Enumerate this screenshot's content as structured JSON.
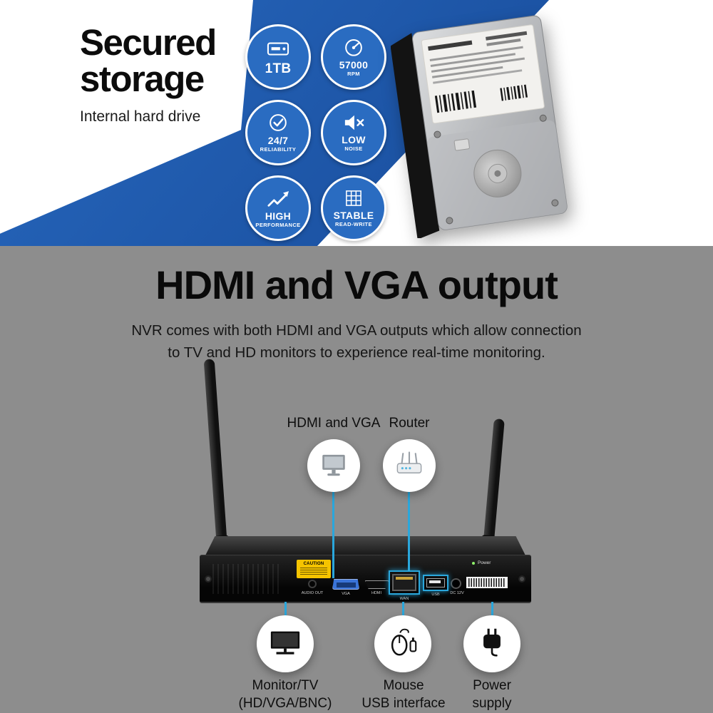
{
  "top_section": {
    "title_line1": "Secured",
    "title_line2": "storage",
    "subtitle": "Internal hard drive",
    "band_color": "#1d55a6",
    "badge_color": "#2a6cc1",
    "badges": [
      {
        "icon": "harddrive-icon",
        "label": "1TB",
        "sublabel": ""
      },
      {
        "icon": "speedometer-icon",
        "label": "57000",
        "sublabel": "RPM"
      },
      {
        "icon": "check-circle-icon",
        "label": "24/7",
        "sublabel": "RELIABILITY"
      },
      {
        "icon": "mute-speaker-icon",
        "label": "LOW",
        "sublabel": "NOISE"
      },
      {
        "icon": "growth-chart-icon",
        "label": "HIGH",
        "sublabel": "PERFORMANCE"
      },
      {
        "icon": "grid-icon",
        "label": "STABLE",
        "sublabel": "READ-WRITE"
      }
    ]
  },
  "bottom_section": {
    "title": "HDMI and VGA output",
    "description_line1": "NVR comes with both HDMI and VGA outputs which allow connection",
    "description_line2": "to TV and HD monitors to experience real-time monitoring.",
    "background_color": "#8d8d8d",
    "accent_color": "#2aa7dc",
    "top_callouts": [
      {
        "icon": "monitor-icon",
        "label": "HDMI and VGA"
      },
      {
        "icon": "router-icon",
        "label": "Router"
      }
    ],
    "bottom_callouts": [
      {
        "icon": "tv-icon",
        "label_line1": "Monitor/TV",
        "label_line2": "(HD/VGA/BNC)"
      },
      {
        "icon": "mouse-icon",
        "label_line1": "Mouse",
        "label_line2": "USB interface"
      },
      {
        "icon": "power-adapter-icon",
        "label_line1": "Power",
        "label_line2": "supply"
      }
    ],
    "nvr": {
      "caution_label": "CAUTION",
      "power_label": "Power",
      "port_labels": {
        "audio": "AUDIO OUT",
        "vga": "VGA",
        "hdmi": "HDMI",
        "wan": "WAN",
        "usb": "USB",
        "dc": "DC 12V"
      }
    }
  }
}
